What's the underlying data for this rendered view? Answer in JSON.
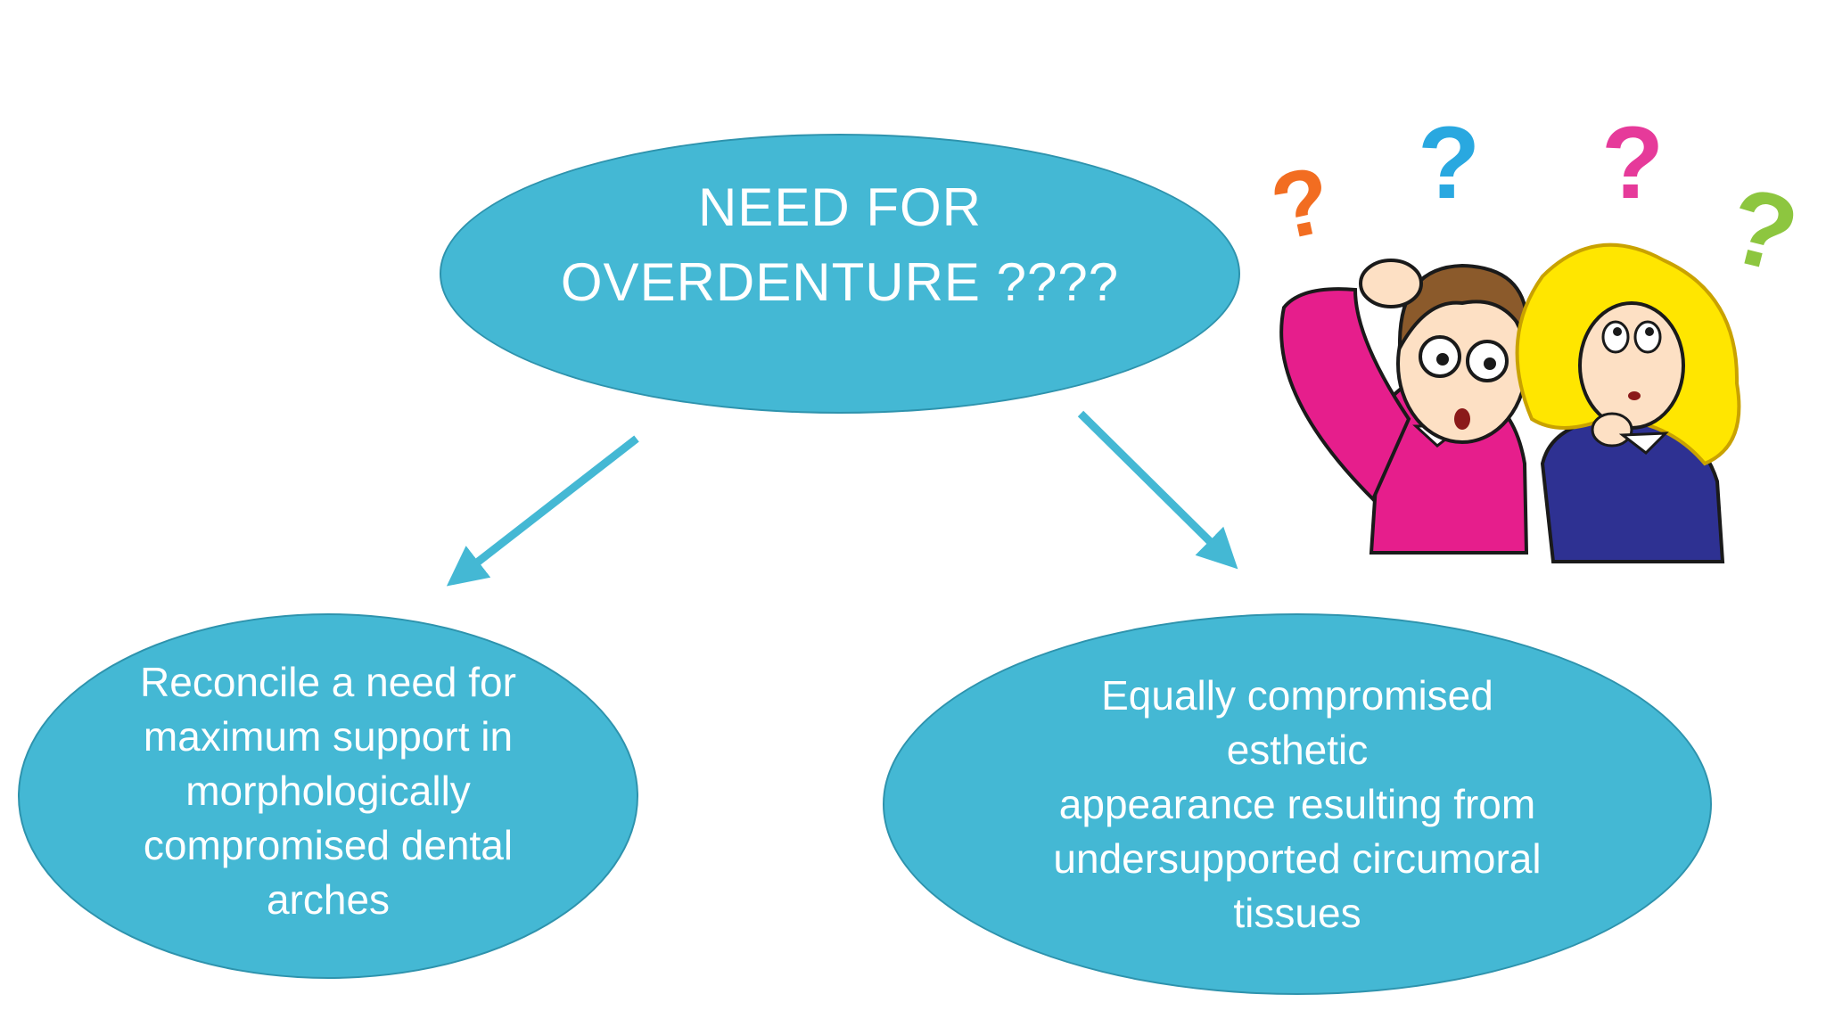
{
  "slide": {
    "title": "NEED FOR\nOVERDENTURE ????",
    "left_box": "Reconcile a need for\nmaximum support in\nmorphologically\ncompromised dental\narches",
    "right_box": "Equally compromised\nesthetic\nappearance resulting from\nundersupported circumoral\ntissues"
  },
  "colors": {
    "ellipse_fill": "#44b8d4",
    "arrow": "#44b8d4",
    "text": "#ffffff"
  },
  "illustration": {
    "name": "confused-people-icon",
    "question_mark_colors": [
      "#f26d21",
      "#29a8e0",
      "#e63a9a",
      "#8dc63f"
    ]
  }
}
